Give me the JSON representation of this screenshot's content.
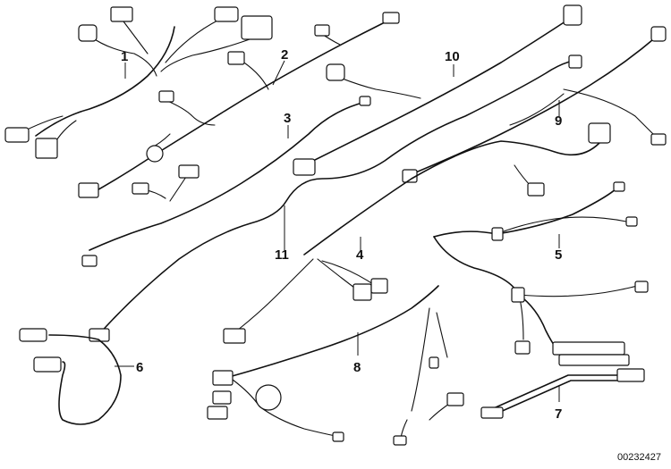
{
  "diagram": {
    "reference_number": "00232427",
    "parts": [
      {
        "id": "p1",
        "label": "1"
      },
      {
        "id": "p2",
        "label": "2"
      },
      {
        "id": "p3",
        "label": "3"
      },
      {
        "id": "p4",
        "label": "4"
      },
      {
        "id": "p5",
        "label": "5"
      },
      {
        "id": "p6",
        "label": "6"
      },
      {
        "id": "p7",
        "label": "7"
      },
      {
        "id": "p8",
        "label": "8"
      },
      {
        "id": "p9",
        "label": "9"
      },
      {
        "id": "p10",
        "label": "10"
      },
      {
        "id": "p11",
        "label": "11"
      }
    ]
  }
}
